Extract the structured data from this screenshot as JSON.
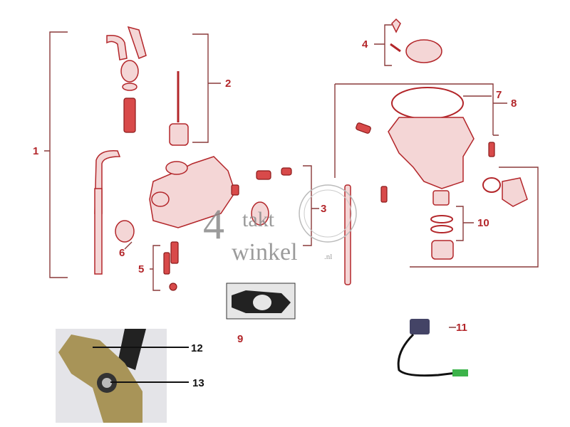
{
  "callouts": {
    "c1": "1",
    "c2": "2",
    "c3": "3",
    "c4": "4",
    "c5": "5",
    "c6": "6",
    "c7": "7",
    "c8": "8",
    "c9": "9",
    "c10": "10",
    "c11": "11",
    "c12": "12",
    "c13": "13"
  },
  "watermark": {
    "brand_top": "takt",
    "brand_bottom": "winkel",
    "suffix": ".nl",
    "digit": "4"
  },
  "colors": {
    "callout": "#b3262a",
    "parts_outline": "#b3262a",
    "photo_callout": "#111111"
  }
}
